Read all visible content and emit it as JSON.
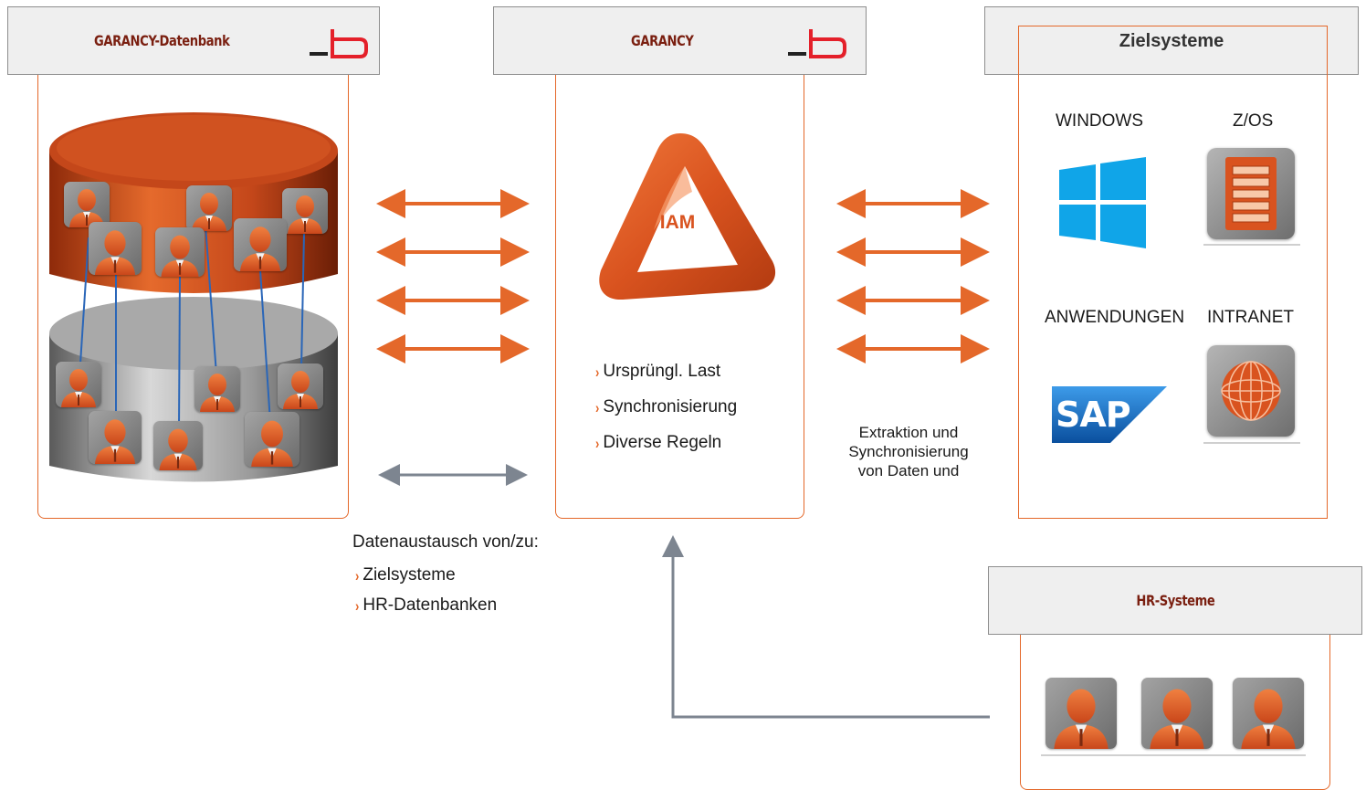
{
  "headers": {
    "db": "GARANCY-Datenbank",
    "garancy": "GARANCY",
    "targets": "Zielsysteme",
    "hr": "HR-Systeme"
  },
  "iam_label": "IAM",
  "garancy_bullets": [
    "Ursprüngl. Last",
    "Synchronisierung",
    "Diverse Regeln"
  ],
  "exchange": {
    "heading": "Datenaustausch von/zu:",
    "items": [
      "Zielsysteme",
      "HR-Datenbanken"
    ]
  },
  "extraction_text": [
    "Extraktion und",
    "Synchronisierung",
    "von Daten und"
  ],
  "targets": {
    "windows": "WINDOWS",
    "zos": "Z/OS",
    "apps": "ANWENDUNGEN",
    "intranet": "INTRANET",
    "sap_logo": "SAP"
  },
  "colors": {
    "accent": "#e4682a",
    "gray_arrow": "#7d8590",
    "windows_blue": "#10a5e8",
    "sap_blue": "#1a6fcc"
  }
}
